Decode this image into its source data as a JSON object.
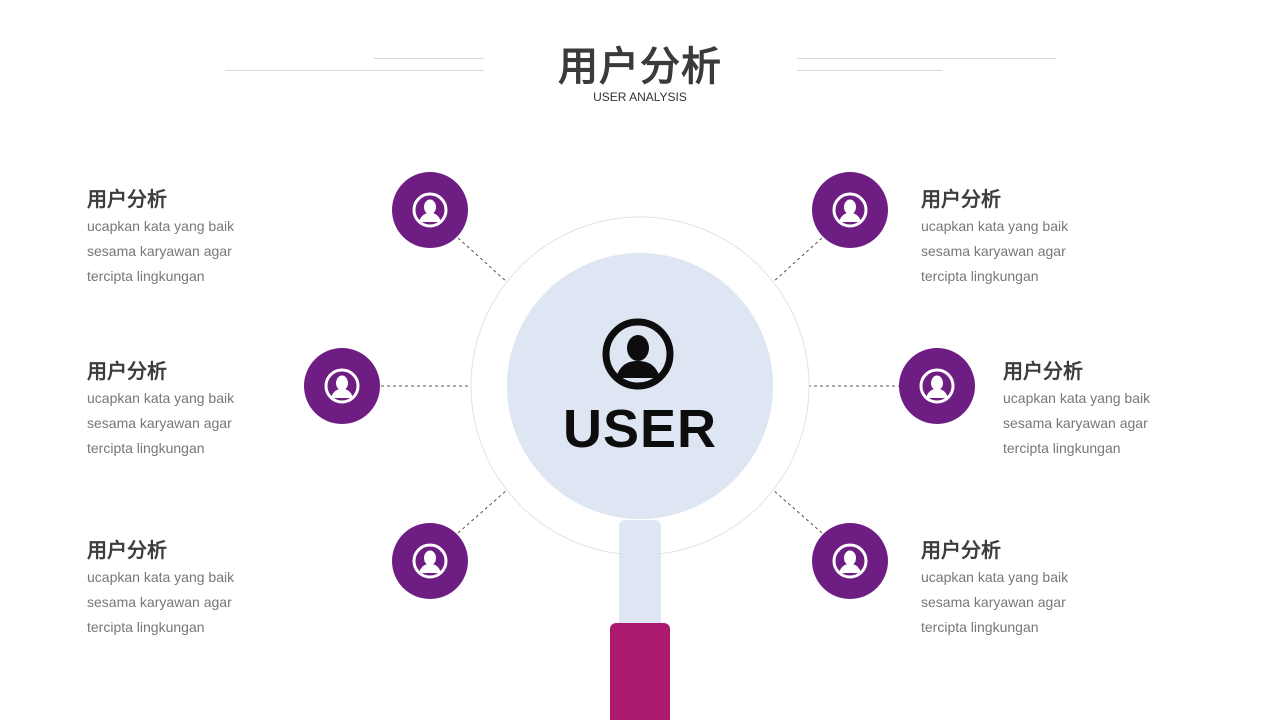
{
  "header": {
    "title": "用户分析",
    "subtitle": "USER ANALYSIS"
  },
  "center": {
    "label": "USER",
    "icon": "user-icon"
  },
  "items": [
    {
      "title": "用户分析",
      "lines": [
        "ucapkan kata yang baik",
        "sesama karyawan agar",
        "tercipta lingkungan"
      ]
    },
    {
      "title": "用户分析",
      "lines": [
        "ucapkan kata yang baik",
        "sesama karyawan agar",
        "tercipta lingkungan"
      ]
    },
    {
      "title": "用户分析",
      "lines": [
        "ucapkan kata yang baik",
        "sesama karyawan agar",
        "tercipta lingkungan"
      ]
    },
    {
      "title": "用户分析",
      "lines": [
        "ucapkan kata yang baik",
        "sesama karyawan agar",
        "tercipta lingkungan"
      ]
    },
    {
      "title": "用户分析",
      "lines": [
        "ucapkan kata yang baik",
        "sesama karyawan agar",
        "tercipta lingkungan"
      ]
    },
    {
      "title": "用户分析",
      "lines": [
        "ucapkan kata yang baik",
        "sesama karyawan agar",
        "tercipta lingkungan"
      ]
    }
  ],
  "colors": {
    "node": "#6e1d83",
    "lens": "#dde6f2",
    "handle": "#ab1a70"
  }
}
